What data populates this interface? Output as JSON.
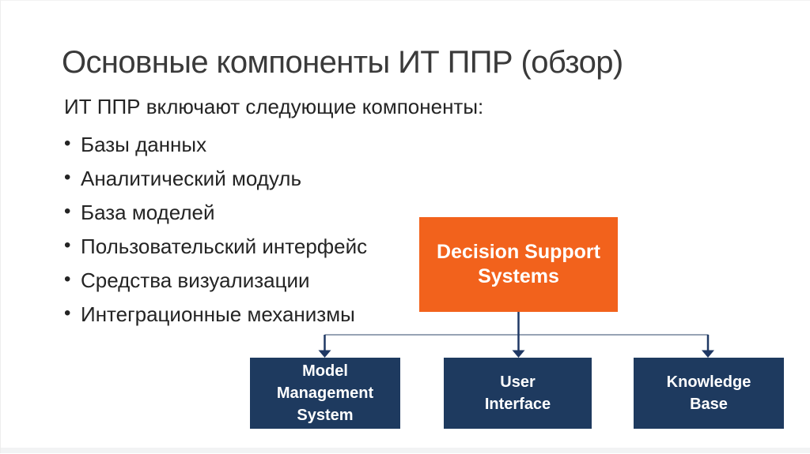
{
  "slide": {
    "title": "Основные компоненты ИТ ППР (обзор)",
    "lead": "ИТ ППР включают следующие компоненты:",
    "bullets": [
      "Базы данных",
      "Аналитический модуль",
      "База моделей",
      "Пользовательский интерфейс",
      "Средства визуализации",
      "Интеграционные механизмы"
    ]
  },
  "diagram": {
    "root": {
      "label": "Decision Support Systems",
      "lines": [
        "Decision Support",
        "Systems"
      ]
    },
    "children": [
      {
        "label": "Model Management System",
        "lines": [
          "Model",
          "Management",
          "System"
        ]
      },
      {
        "label": "User Interface",
        "lines": [
          "User",
          "Interface"
        ]
      },
      {
        "label": "Knowledge Base",
        "lines": [
          "Knowledge",
          "Base"
        ]
      }
    ]
  },
  "colors": {
    "root_box": "#F2621C",
    "child_box": "#1E3A5F",
    "connector_line": "#97A3B4",
    "arrow": "#1F3864",
    "title_text": "#3A3A3A",
    "body_text": "#242424"
  }
}
